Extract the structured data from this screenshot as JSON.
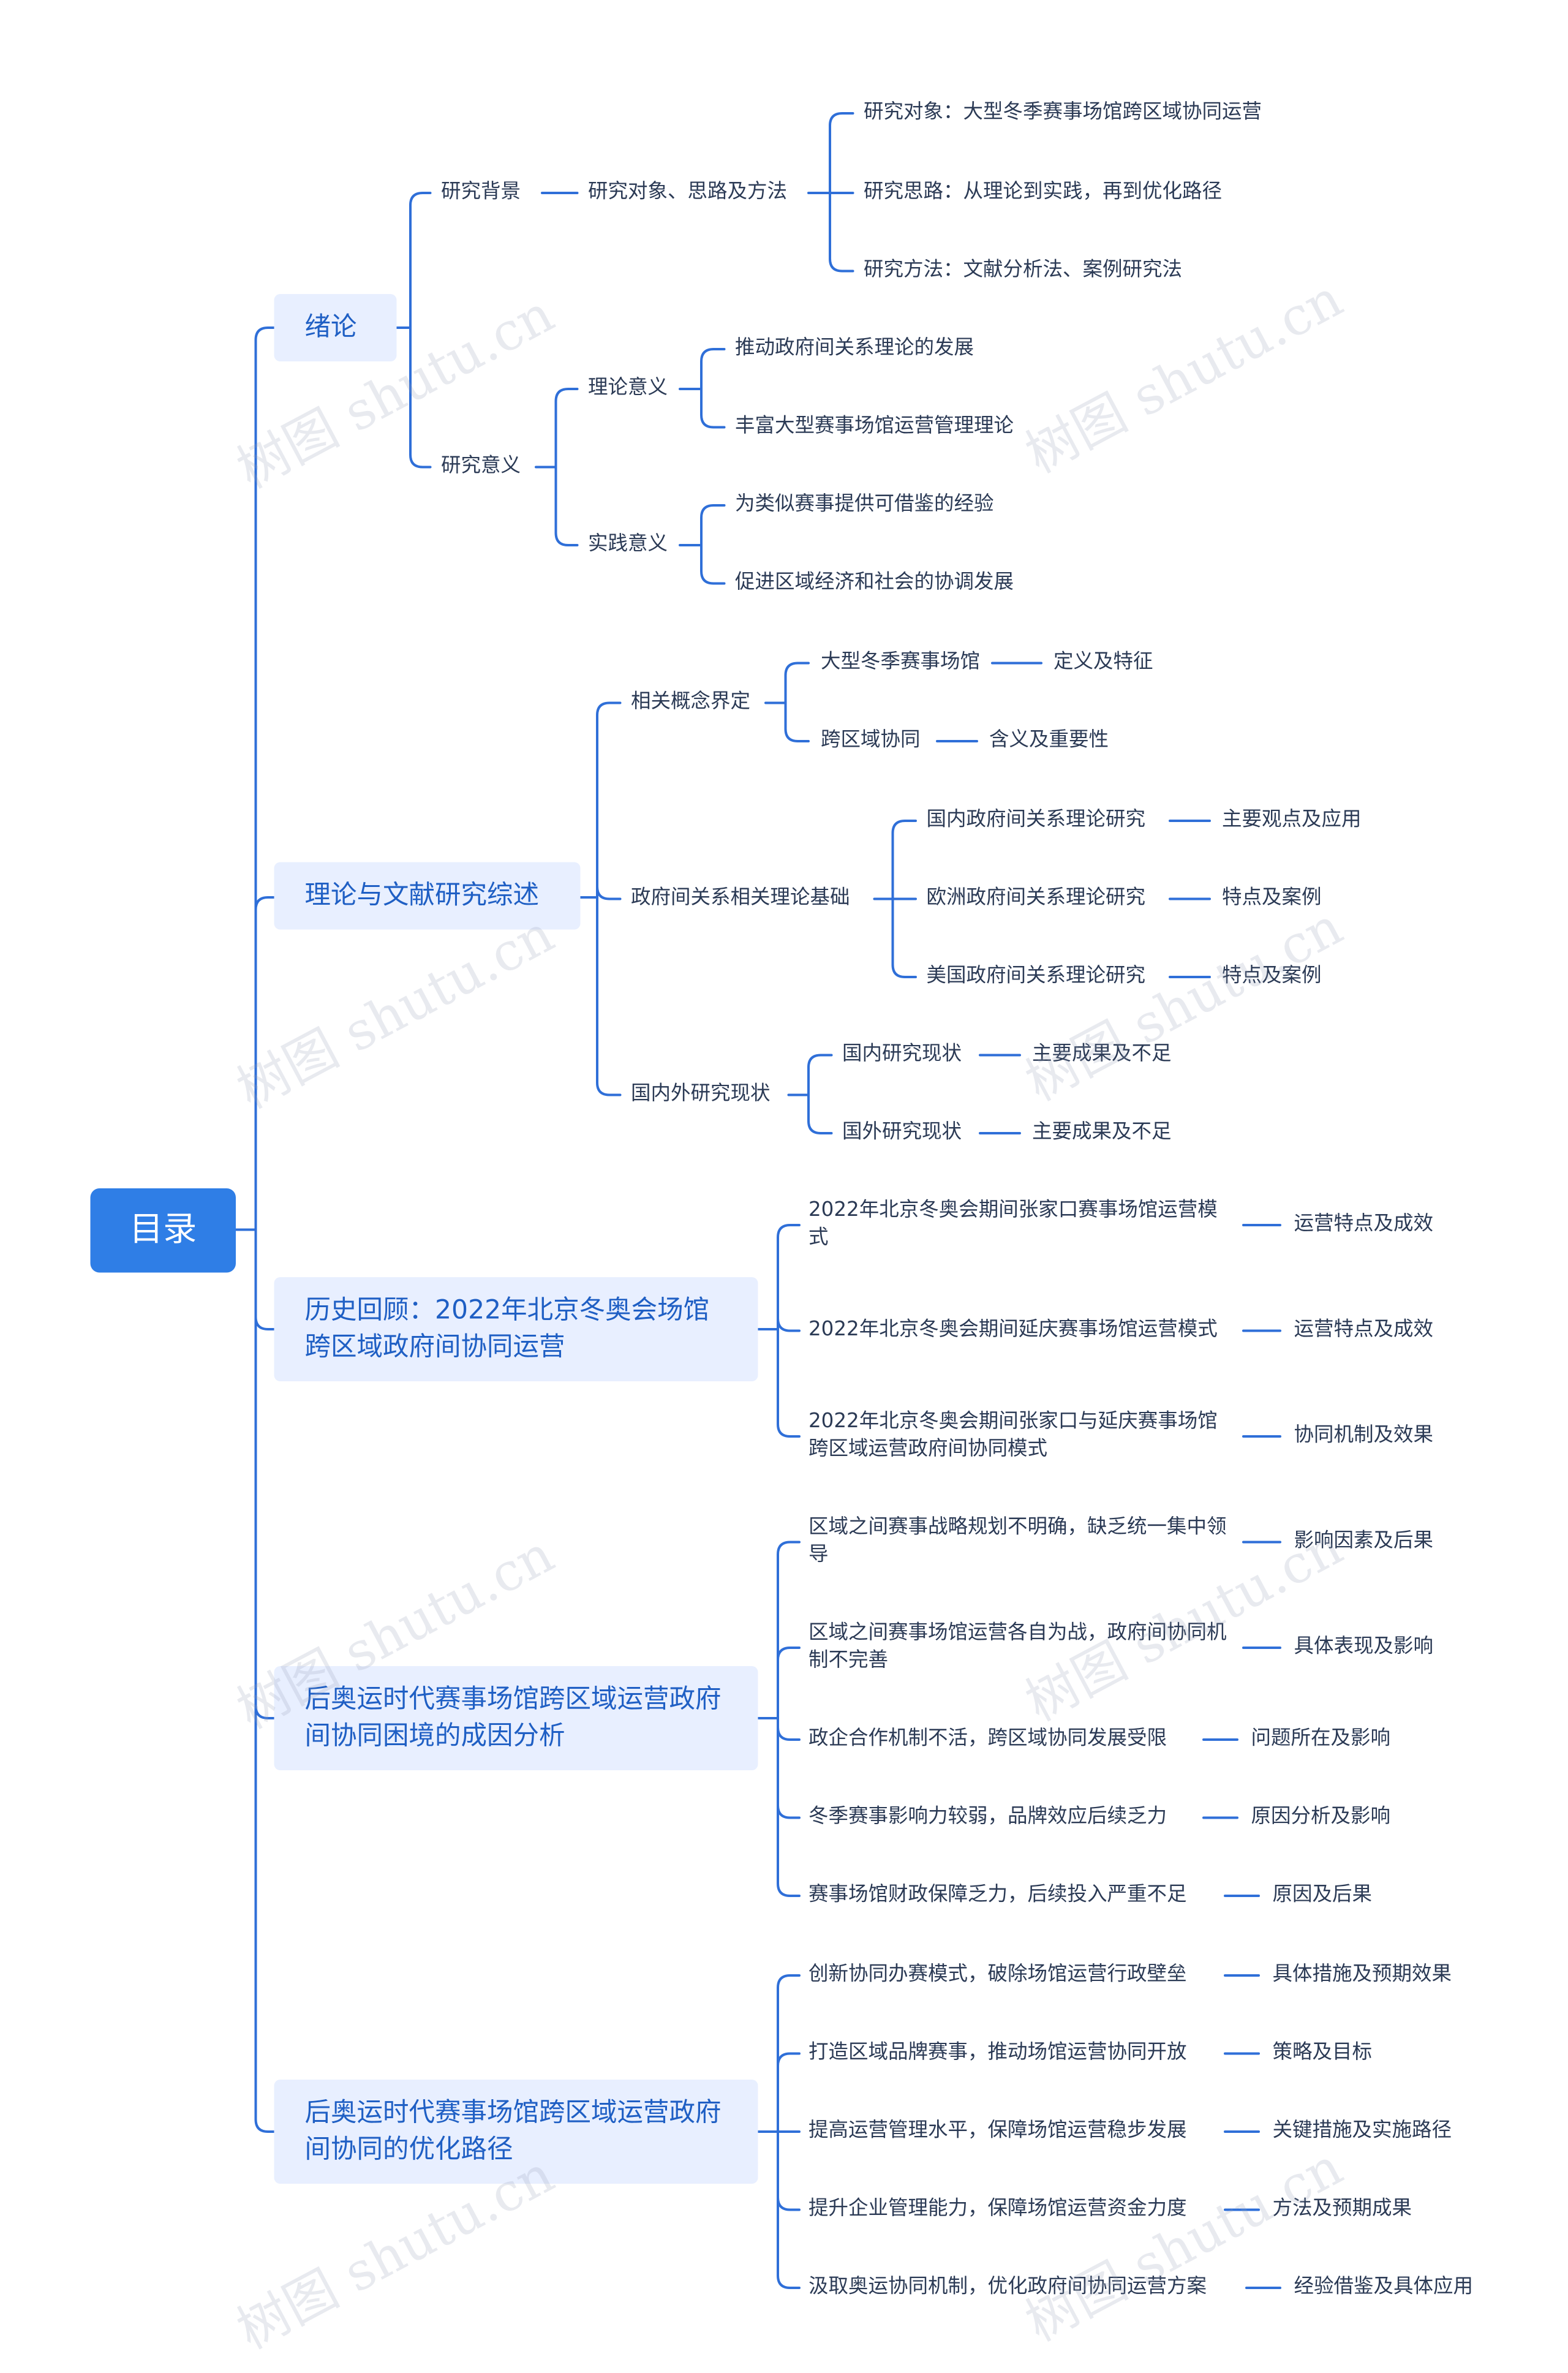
{
  "root": "目录",
  "watermark": "树图 shutu.cn",
  "colors": {
    "accent": "#2f7ee6",
    "branch_fill": "#e8efff",
    "branch_text": "#1f5fc4",
    "line": "#2f6fd8",
    "text": "#2b3a55"
  },
  "sections": [
    {
      "label": "绪论",
      "children": [
        {
          "label": "研究背景",
          "children": [
            {
              "label": "研究对象、思路及方法",
              "children": [
                {
                  "label": "研究对象：大型冬季赛事场馆跨区域协同运营"
                },
                {
                  "label": "研究思路：从理论到实践，再到优化路径"
                },
                {
                  "label": "研究方法：文献分析法、案例研究法"
                }
              ]
            }
          ]
        },
        {
          "label": "研究意义",
          "children": [
            {
              "label": "理论意义",
              "children": [
                {
                  "label": "推动政府间关系理论的发展"
                },
                {
                  "label": "丰富大型赛事场馆运营管理理论"
                }
              ]
            },
            {
              "label": "实践意义",
              "children": [
                {
                  "label": "为类似赛事提供可借鉴的经验"
                },
                {
                  "label": "促进区域经济和社会的协调发展"
                }
              ]
            }
          ]
        }
      ]
    },
    {
      "label": "理论与文献研究综述",
      "children": [
        {
          "label": "相关概念界定",
          "children": [
            {
              "label": "大型冬季赛事场馆",
              "children": [
                {
                  "label": "定义及特征"
                }
              ]
            },
            {
              "label": "跨区域协同",
              "children": [
                {
                  "label": "含义及重要性"
                }
              ]
            }
          ]
        },
        {
          "label": "政府间关系相关理论基础",
          "children": [
            {
              "label": "国内政府间关系理论研究",
              "children": [
                {
                  "label": "主要观点及应用"
                }
              ]
            },
            {
              "label": "欧洲政府间关系理论研究",
              "children": [
                {
                  "label": "特点及案例"
                }
              ]
            },
            {
              "label": "美国政府间关系理论研究",
              "children": [
                {
                  "label": "特点及案例"
                }
              ]
            }
          ]
        },
        {
          "label": "国内外研究现状",
          "children": [
            {
              "label": "国内研究现状",
              "children": [
                {
                  "label": "主要成果及不足"
                }
              ]
            },
            {
              "label": "国外研究现状",
              "children": [
                {
                  "label": "主要成果及不足"
                }
              ]
            }
          ]
        }
      ]
    },
    {
      "label": "历史回顾：2022年北京冬奥会场馆跨区域政府间协同运营",
      "children": [
        {
          "label": "2022年北京冬奥会期间张家口赛事场馆运营模式",
          "children": [
            {
              "label": "运营特点及成效"
            }
          ]
        },
        {
          "label": "2022年北京冬奥会期间延庆赛事场馆运营模式",
          "children": [
            {
              "label": "运营特点及成效"
            }
          ]
        },
        {
          "label": "2022年北京冬奥会期间张家口与延庆赛事场馆跨区域运营政府间协同模式",
          "children": [
            {
              "label": "协同机制及效果"
            }
          ]
        }
      ]
    },
    {
      "label": "后奥运时代赛事场馆跨区域运营政府间协同困境的成因分析",
      "children": [
        {
          "label": "区域之间赛事战略规划不明确，缺乏统一集中领导",
          "children": [
            {
              "label": "影响因素及后果"
            }
          ]
        },
        {
          "label": "区域之间赛事场馆运营各自为战，政府间协同机制不完善",
          "children": [
            {
              "label": "具体表现及影响"
            }
          ]
        },
        {
          "label": "政企合作机制不活，跨区域协同发展受限",
          "children": [
            {
              "label": "问题所在及影响"
            }
          ]
        },
        {
          "label": "冬季赛事影响力较弱，品牌效应后续乏力",
          "children": [
            {
              "label": "原因分析及影响"
            }
          ]
        },
        {
          "label": "赛事场馆财政保障乏力，后续投入严重不足",
          "children": [
            {
              "label": "原因及后果"
            }
          ]
        }
      ]
    },
    {
      "label": "后奥运时代赛事场馆跨区域运营政府间协同的优化路径",
      "children": [
        {
          "label": "创新协同办赛模式，破除场馆运营行政壁垒",
          "children": [
            {
              "label": "具体措施及预期效果"
            }
          ]
        },
        {
          "label": "打造区域品牌赛事，推动场馆运营协同开放",
          "children": [
            {
              "label": "策略及目标"
            }
          ]
        },
        {
          "label": "提高运营管理水平，保障场馆运营稳步发展",
          "children": [
            {
              "label": "关键措施及实施路径"
            }
          ]
        },
        {
          "label": "提升企业管理能力，保障场馆运营资金力度",
          "children": [
            {
              "label": "方法及预期成果"
            }
          ]
        },
        {
          "label": "汲取奥运协同机制，优化政府间协同运营方案",
          "children": [
            {
              "label": "经验借鉴及具体应用"
            }
          ]
        }
      ]
    }
  ]
}
